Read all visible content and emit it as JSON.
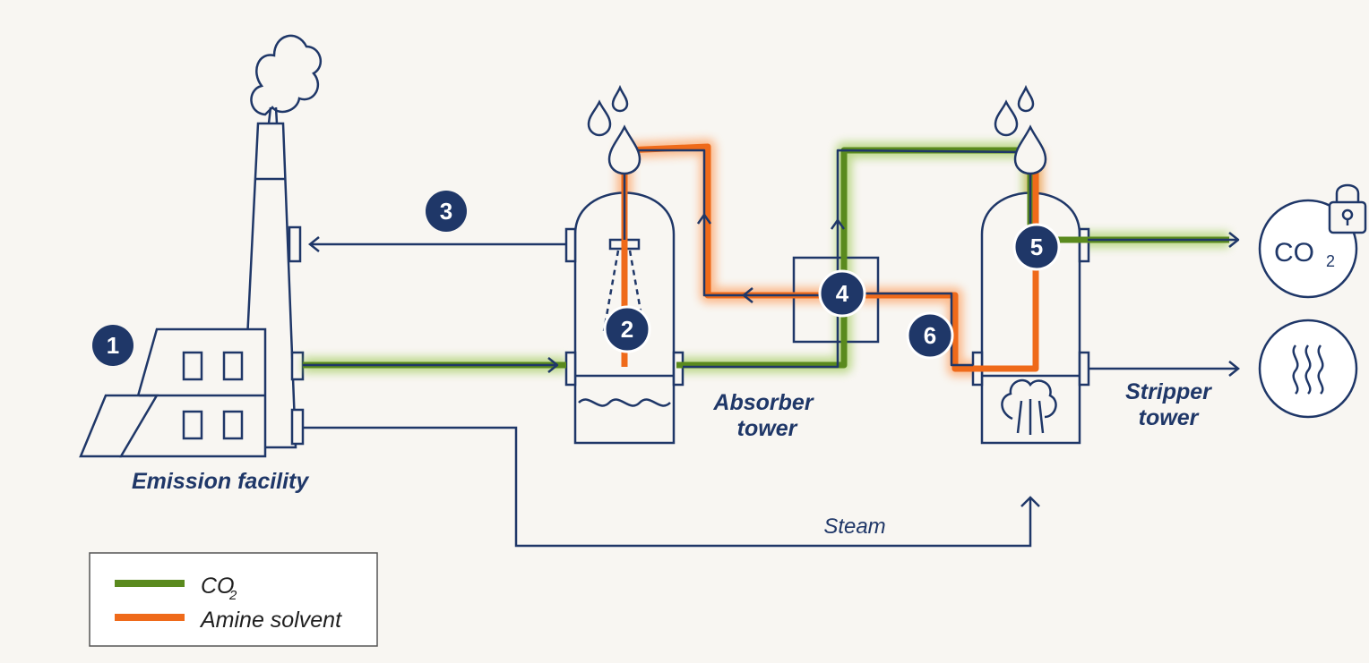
{
  "labels": {
    "emission_facility": "Emission facility",
    "absorber_line1": "Absorber",
    "absorber_line2": "tower",
    "stripper_line1": "Stripper",
    "stripper_line2": "tower",
    "steam": "Steam"
  },
  "steps": [
    "1",
    "2",
    "3",
    "4",
    "5",
    "6"
  ],
  "storage": {
    "co2_main": "CO",
    "co2_sub": "2"
  },
  "legend": {
    "co2_main": "CO",
    "co2_sub": "2",
    "amine": "Amine solvent"
  },
  "colors": {
    "navy": "#1f3768",
    "co2_green": "#5a8a1e",
    "amine_orange": "#ef6a1a",
    "background": "#f8f6f2"
  },
  "icons": [
    "smokestack-icon",
    "factory-icon",
    "water-drop-icon",
    "padlock-icon",
    "heat-waves-icon",
    "steam-icon"
  ]
}
